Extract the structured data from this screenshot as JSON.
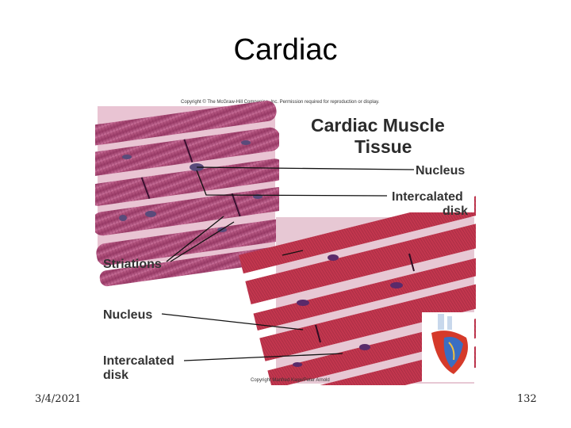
{
  "slide": {
    "title": "Cardiac",
    "date": "3/4/2021",
    "page_number": "132"
  },
  "figure": {
    "copyright_top": "Copyright © The McGraw-Hill Companies, Inc. Permission required for reproduction or display.",
    "title_line1": "Cardiac Muscle",
    "title_line2": "Tissue",
    "labels": {
      "nucleus_top": "Nucleus",
      "intercalated_top_line1": "Intercalated",
      "intercalated_top_line2": "disk",
      "striations": "Striations",
      "nucleus_bottom": "Nucleus",
      "intercalated_bottom_line1": "Intercalated",
      "intercalated_bottom_line2": "disk"
    },
    "copyright_bottom": "Copyright Manfred Kage/Peter Arnold"
  }
}
